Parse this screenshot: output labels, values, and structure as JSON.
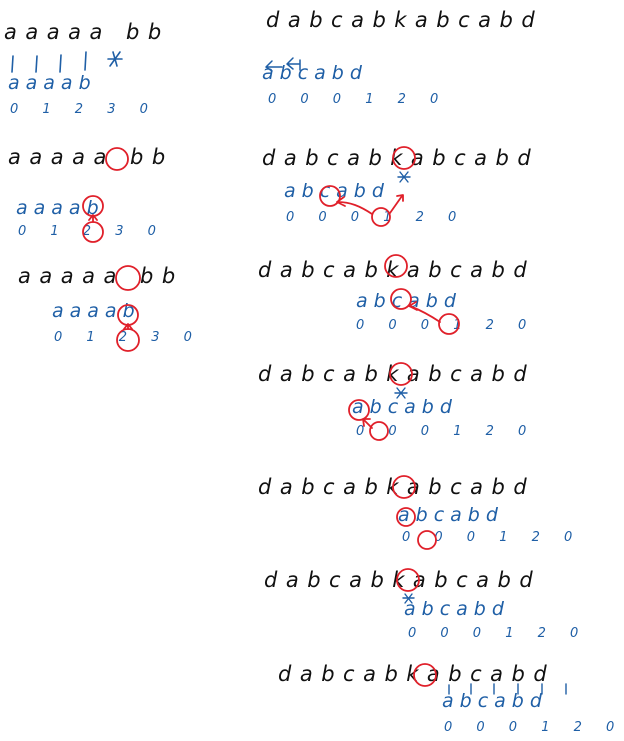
{
  "colors": {
    "ink": "#111111",
    "blue": "#1f5fa6",
    "red": "#e0202a",
    "background": "#ffffff"
  },
  "left": {
    "ex1": {
      "text": "aaaaa bb",
      "pattern": "aaaab",
      "next": "0 1 2 3 0"
    },
    "ex2": {
      "text": "aaaaa bb",
      "pattern": "aaaab",
      "next": "0 1 2 3 0"
    },
    "ex3": {
      "text": "aaaaa bb",
      "pattern": "aaaab",
      "next": "0 1 2 3 0"
    }
  },
  "right": {
    "text": "dabcabkabcabd",
    "pattern": "abcabd",
    "next": "0 0 0 1 2 0",
    "steps": [
      {
        "text": "dabcabkabcabd",
        "pattern": "abcabd",
        "next": "0 0 0 1 2 0"
      },
      {
        "text": "dabcabkabcabd",
        "pattern": "abcabd",
        "next": "0 0 0 1 2 0"
      },
      {
        "text": "dabcabkabcabd",
        "pattern": "abcabd",
        "next": "0 0 0 1 2 0"
      },
      {
        "text": "dabcabkabcabd",
        "pattern": "abcabd",
        "next": "0 0 0 1 2 0"
      },
      {
        "text": "dabcabkabcabd",
        "pattern": "abcabd",
        "next": "0 0 0 1 2 0"
      },
      {
        "text": "dabcabkabcabd",
        "pattern": "abcabd",
        "next": "0 0 0 1 2 0"
      }
    ]
  }
}
